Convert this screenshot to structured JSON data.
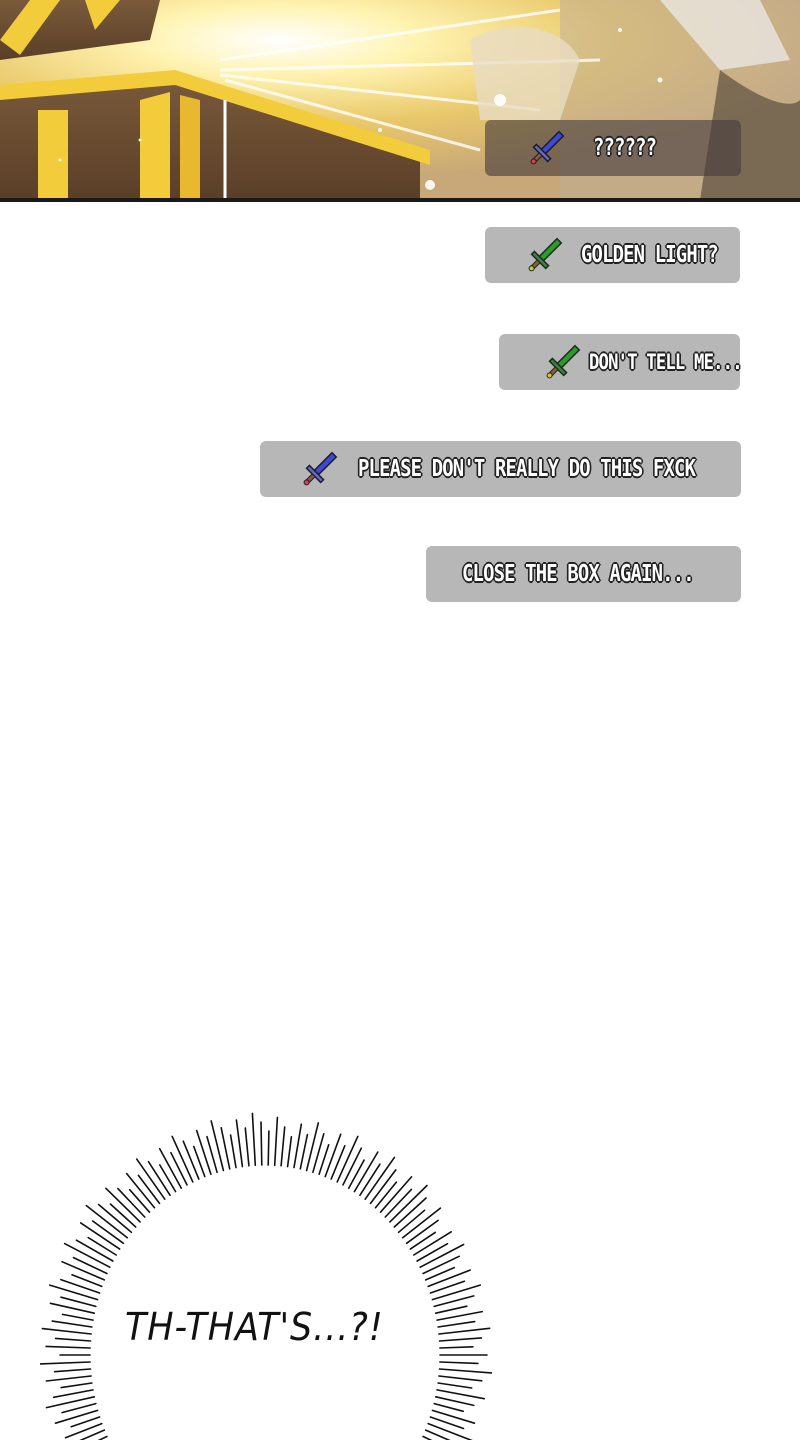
{
  "panel_top": {
    "bubbles": [
      {
        "text": "??????",
        "icon": "blue-sword-icon"
      }
    ]
  },
  "chat": {
    "bubbles": [
      {
        "text": "GOLDEN LIGHT?",
        "icon": "green-sword-icon"
      },
      {
        "text": "DON'T TELL ME...",
        "icon": "green-sword-icon"
      },
      {
        "text": "PLEASE DON'T REALLY DO THIS FXCK",
        "icon": "blue-sword-icon"
      },
      {
        "text": "CLOSE THE BOX AGAIN..."
      }
    ]
  },
  "exclaim": {
    "text": "TH-THAT'S...?!"
  },
  "colors": {
    "bubble_gray": "#b7b7b7",
    "gold": "#f4d23a",
    "green_sword": "#2e8b2e",
    "blue_sword": "#2b3aa8"
  }
}
